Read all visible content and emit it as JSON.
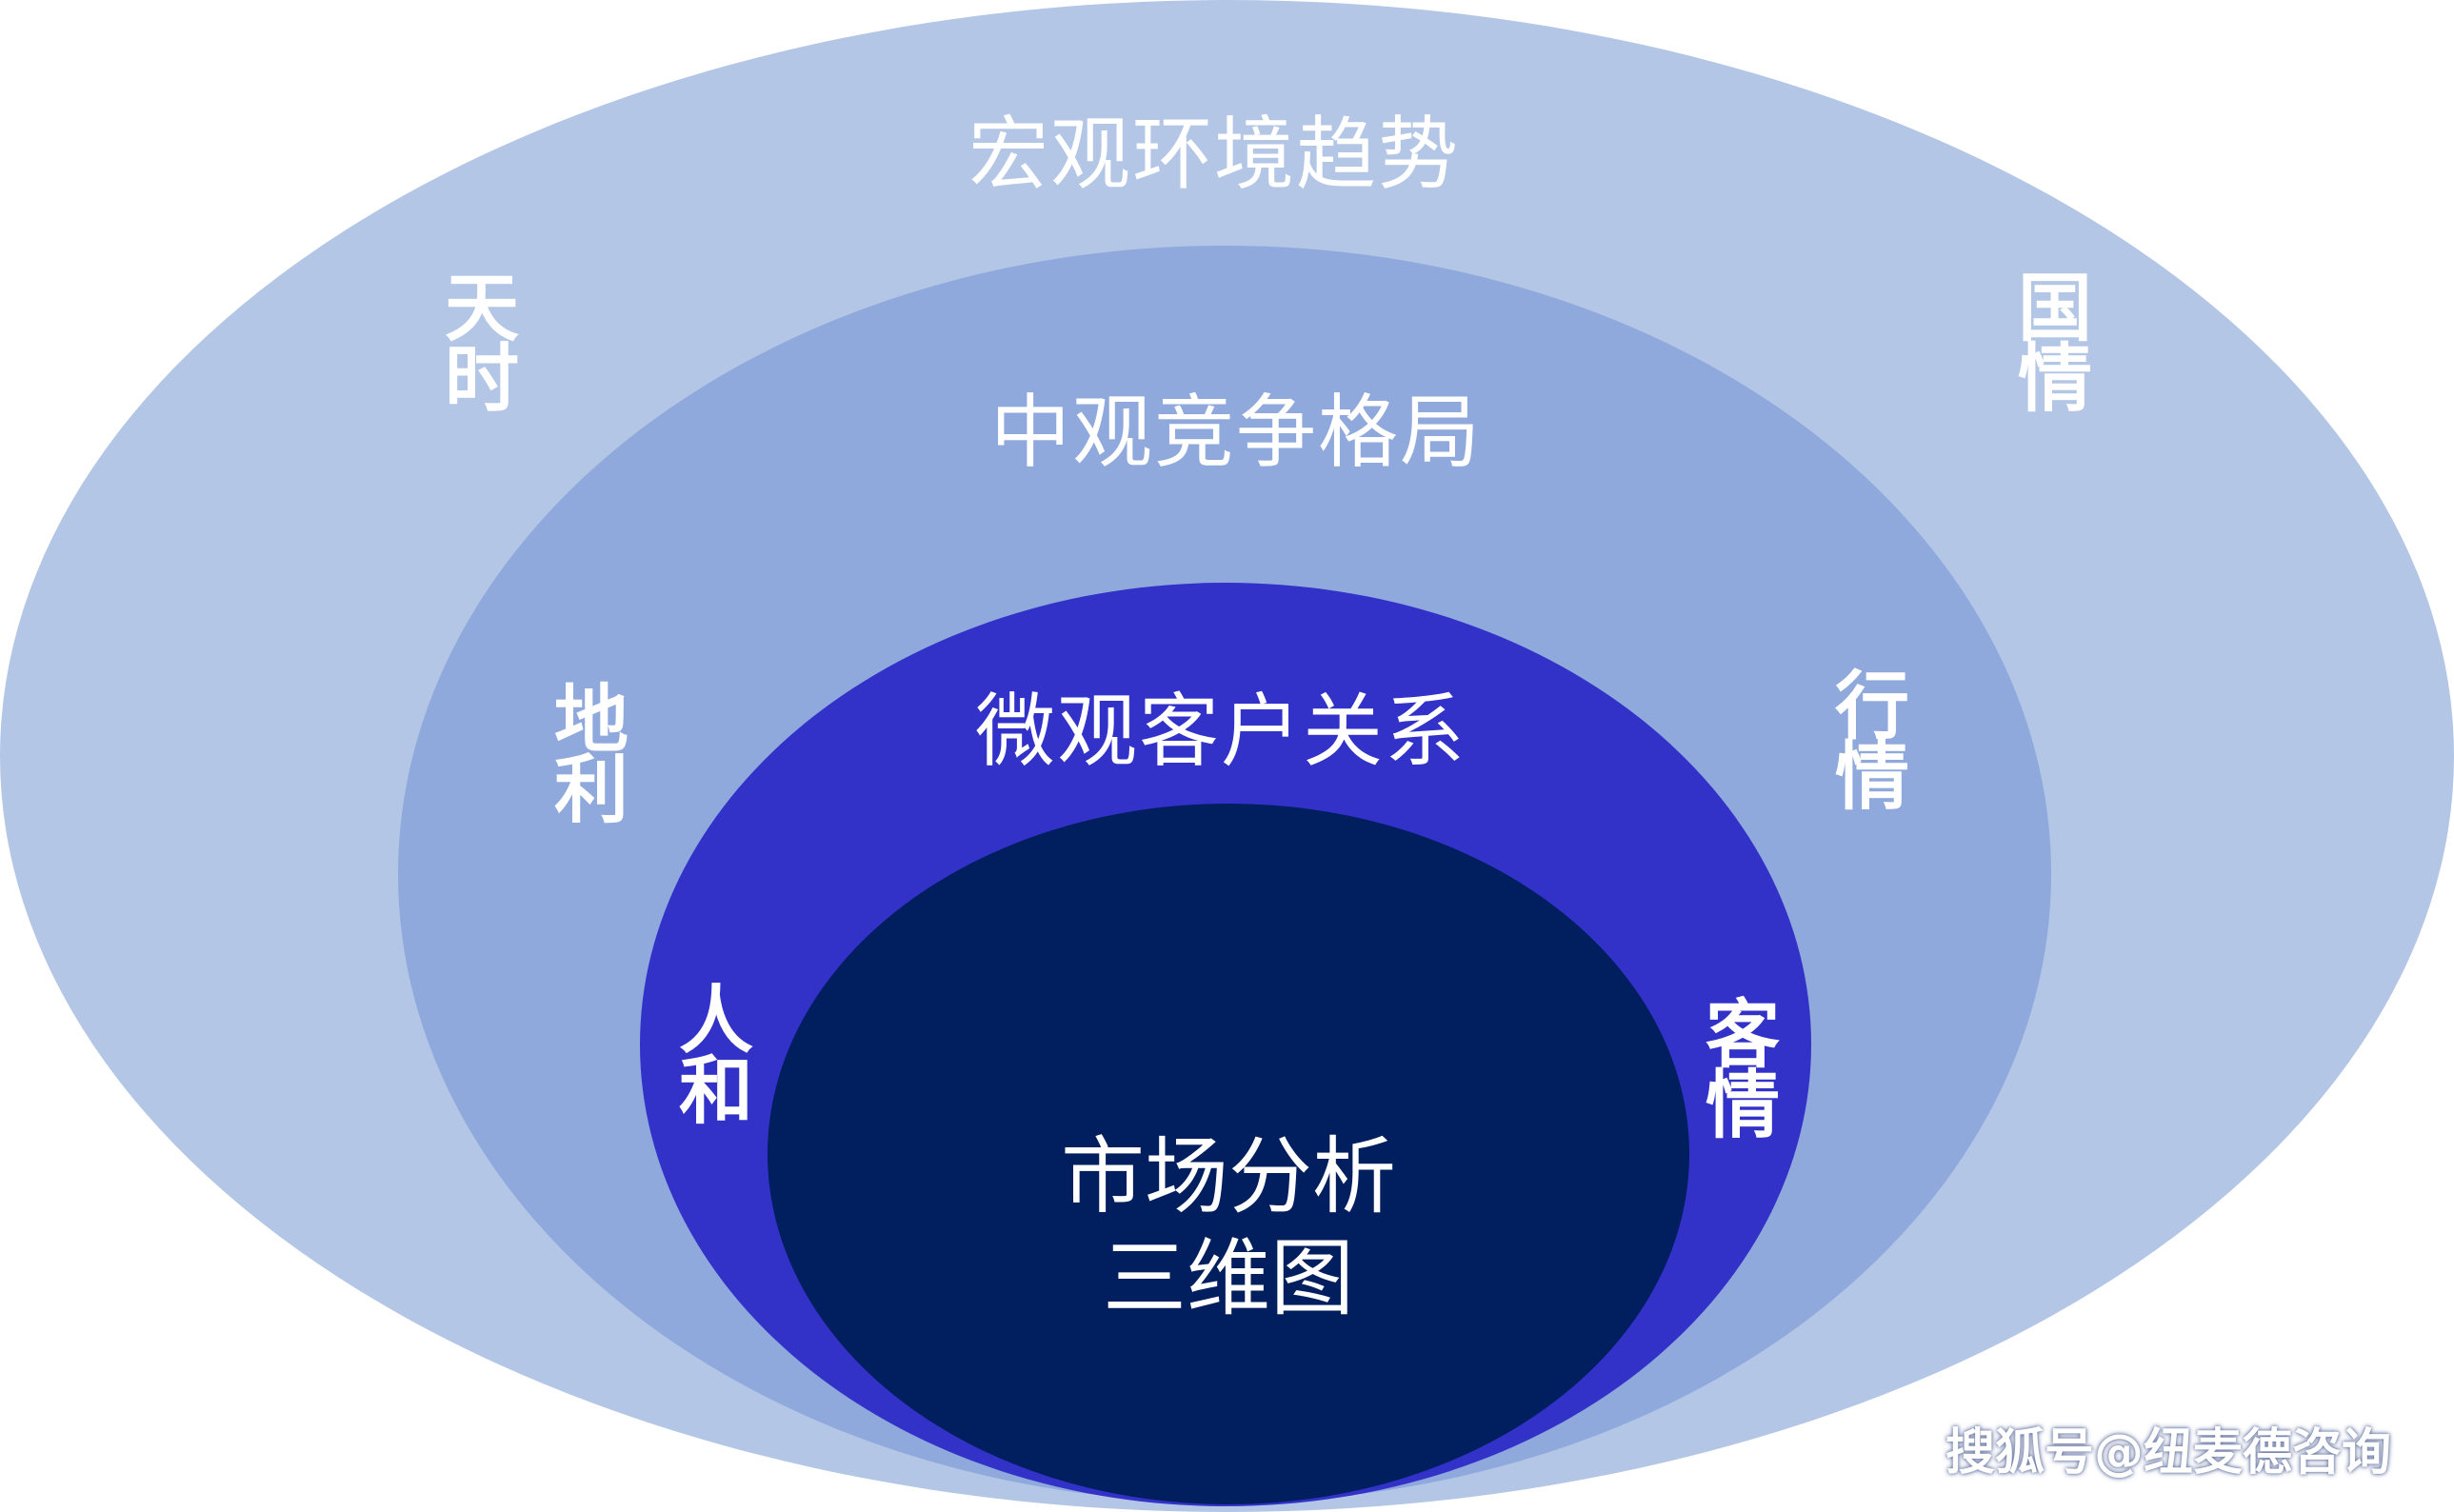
{
  "colors": {
    "macro": "#b3c6e6",
    "meso": "#8fa9dc",
    "micro": "#3232c9",
    "core": "#011e5e",
    "text": "#ffffff"
  },
  "rings": {
    "macro": {
      "title": "宏观环境趋势",
      "left_word": "天时",
      "right_word": "国情"
    },
    "meso": {
      "title": "中观竞争格局",
      "left_word": "地利",
      "right_word": "行情"
    },
    "micro": {
      "title": "微观客户关系",
      "left_word": "人和",
      "right_word": "客情"
    },
    "core": {
      "line1": "市场分析",
      "line2": "三维图"
    }
  },
  "watermark": "搜狐号@纽麦德咨询"
}
